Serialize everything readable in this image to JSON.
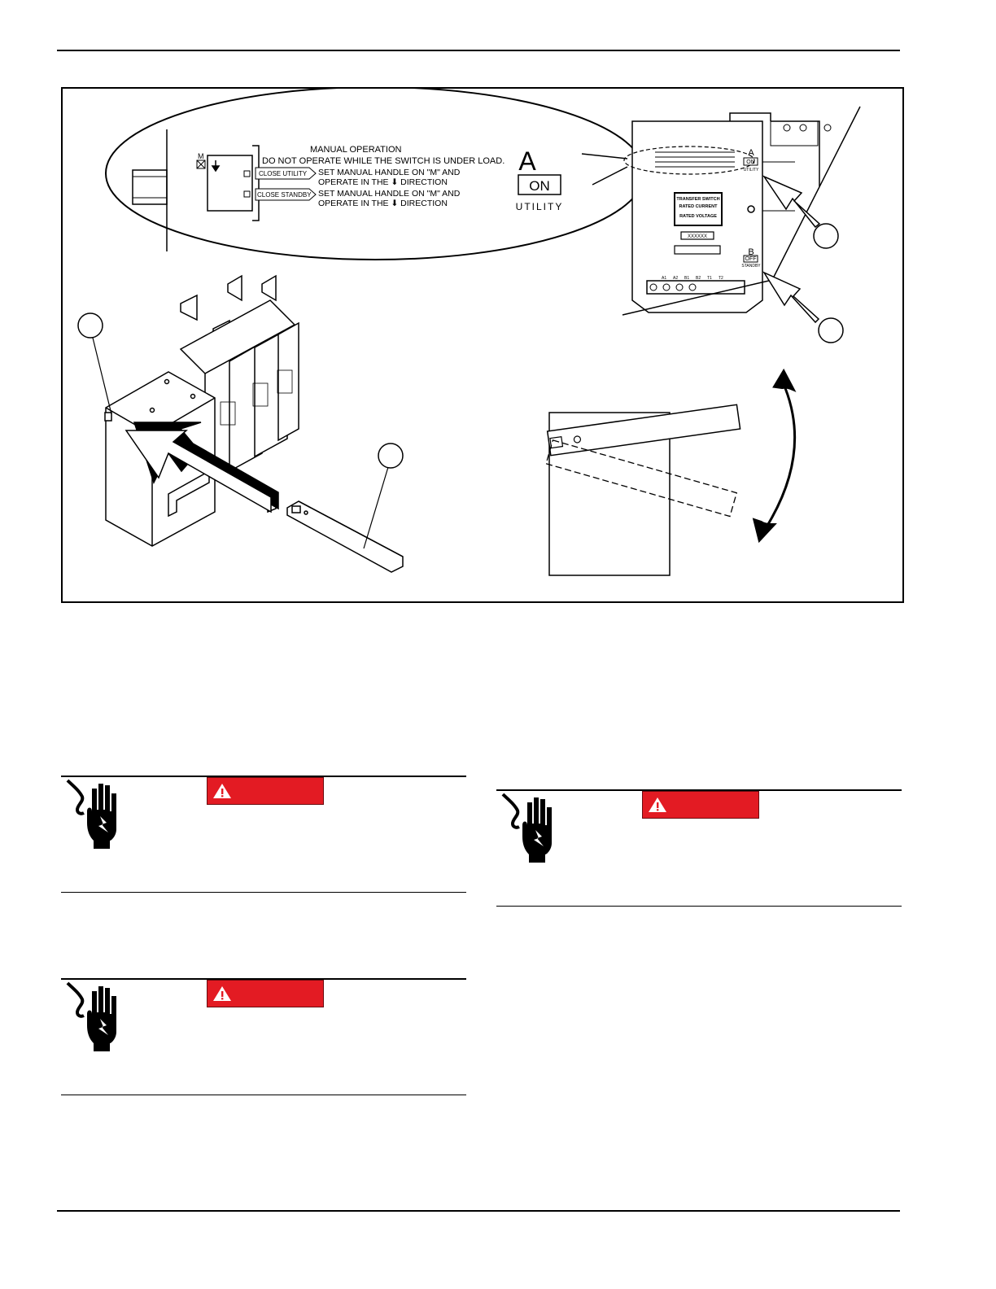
{
  "figure": {
    "label": {
      "title": "MANUAL OPERATION",
      "caution": "DO NOT OPERATE WHILE THE SWITCH IS UNDER LOAD.",
      "row1_tag": "CLOSE UTILITY",
      "row1_line1": "SET MANUAL HANDLE ON \"M\" AND",
      "row1_line2": "OPERATE IN THE ⬇ DIRECTION",
      "row2_tag": "CLOSE STANDBY",
      "row2_line1": "SET MANUAL HANDLE ON \"M\" AND",
      "row2_line2": "OPERATE IN THE ⬇ DIRECTION",
      "letter": "A",
      "state": "ON",
      "source": "UTILITY",
      "handle_mark": "M"
    },
    "panel": {
      "letter_a": "A",
      "state_a": "ON",
      "source_a": "UTILITY",
      "letter_b": "B",
      "state_b": "OFF",
      "source_b": "STANDBY",
      "nameplate_line1": "TRANSFER SWITCH",
      "nameplate_line2": "RATED CURRENT",
      "nameplate_line3": "RATED VOLTAGE",
      "serial": "XXXXXX",
      "terminals": [
        "A1",
        "A2",
        "B1",
        "B2",
        "T1",
        "T2"
      ]
    }
  },
  "warnings": [
    {
      "badge": ""
    },
    {
      "badge": ""
    },
    {
      "badge": ""
    }
  ],
  "colors": {
    "danger_red": "#e31b23",
    "ink": "#000000"
  },
  "icons": {
    "hazard": "electrical-shock-hand-icon",
    "alert": "warning-triangle-icon"
  }
}
